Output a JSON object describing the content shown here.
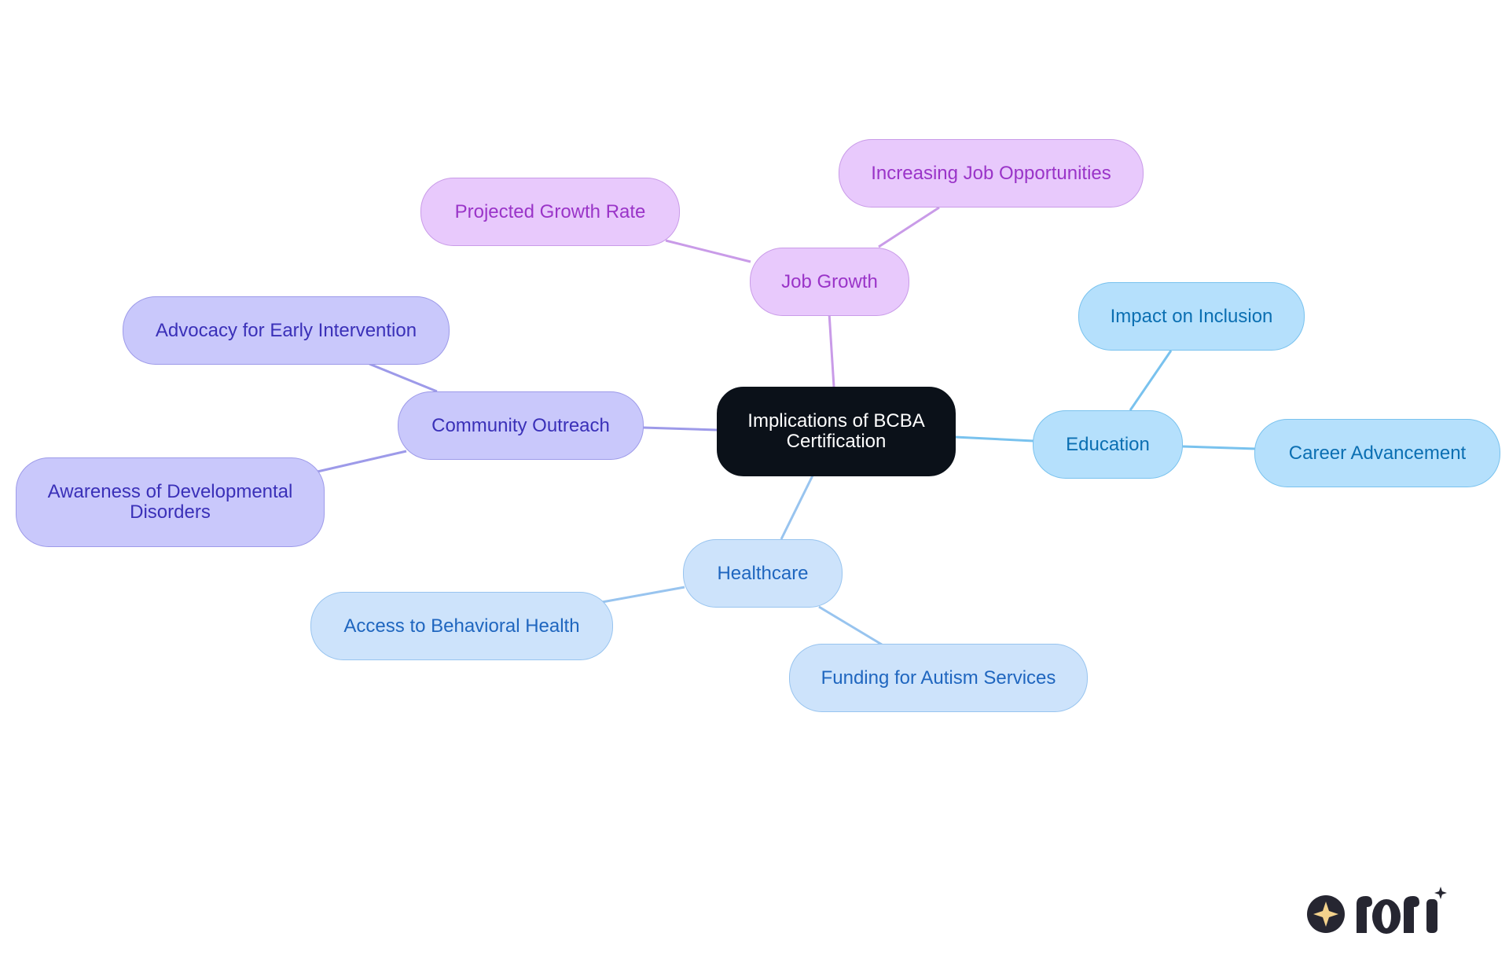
{
  "diagram": {
    "root": {
      "label_line1": "Implications of BCBA",
      "label_line2": "Certification",
      "color": "#0b1119"
    },
    "branches": {
      "job_growth": {
        "label": "Job Growth",
        "color": "#c99be8",
        "children": [
          "Projected Growth Rate",
          "Increasing Job Opportunities"
        ]
      },
      "community_outreach": {
        "label": "Community Outreach",
        "color": "#9d9ae9",
        "children": [
          "Advocacy for Early Intervention",
          "Awareness of Developmental",
          "Disorders"
        ]
      },
      "education": {
        "label": "Education",
        "color": "#79c2ee",
        "children": [
          "Impact on Inclusion",
          "Career Advancement"
        ]
      },
      "healthcare": {
        "label": "Healthcare",
        "color": "#98c4ef",
        "children": [
          "Access to Behavioral Health",
          "Funding for Autism Services"
        ]
      }
    }
  },
  "logo": {
    "icon": "rori-sparkle-logo"
  }
}
